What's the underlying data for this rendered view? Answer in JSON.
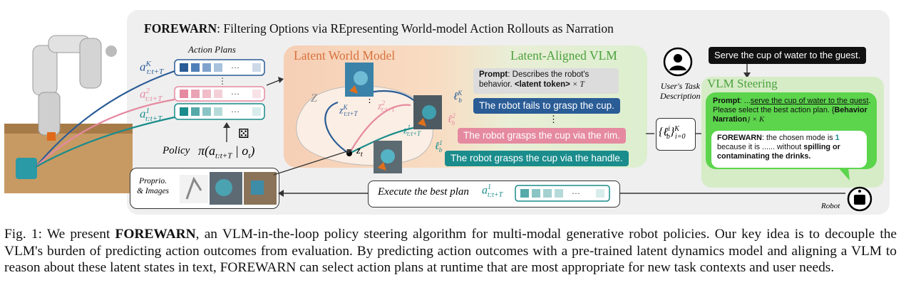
{
  "title": {
    "strong": "FOREWARN",
    "rest": ": Filtering Options via REpresenting World-model Action Rollouts as Narration"
  },
  "action_plans": {
    "heading": "Action Plans",
    "labels": [
      "a",
      "a",
      "a"
    ],
    "sup": [
      "K",
      "2",
      "1"
    ],
    "sub": [
      "t:t+T",
      "t:t+T",
      "t:t+T"
    ],
    "dots": "⋮",
    "ellipsis": "···",
    "colors": [
      "#2a5c96",
      "#e58aa0",
      "#1a8c8c"
    ]
  },
  "policy": {
    "label": "Policy",
    "formula": "π(a",
    "formula_sub": "t:t+T",
    "formula_rest": " | o",
    "formula_sub2": "t",
    "formula_end": ")"
  },
  "proprio": {
    "line1": "Proprio.",
    "line2": "& Images"
  },
  "latent_world_model": {
    "title": "Latent World Model",
    "space": "Z",
    "zt": "z",
    "zt_sub": "t",
    "zK": "z",
    "zK_sup": "K",
    "zK_sub": "t:t+T",
    "z2": "z",
    "z2_sup": "2",
    "z2_sub": "t:t+T",
    "z1": "z",
    "z1_sup": "1",
    "z1_sub": "t:t+T",
    "dots": "⋮"
  },
  "latent_vlm": {
    "title": "Latent-Aligned VLM",
    "prompt_bold": "Prompt",
    "prompt_text": ": Describes the robot's behavior.",
    "prompt_token": "<latent token>",
    "prompt_times": " × T",
    "narrations": [
      {
        "label": "ℓ",
        "sup": "K",
        "sub": "b",
        "text": "The robot fails to grasp the cup.",
        "color": "#2a5c96"
      },
      {
        "label": "ℓ",
        "sup": "2",
        "sub": "b",
        "text": "The robot grasps the cup via the rim.",
        "color": "#e58aa0"
      },
      {
        "label": "ℓ",
        "sup": "1",
        "sub": "b",
        "text": "The robot grasps the cup via the handle.",
        "color": "#1a8c8c"
      }
    ],
    "dots": "⋮"
  },
  "set_label": {
    "open": "{ℓ",
    "sup": "i",
    "sub": "b",
    "close": "}",
    "range_sup": "K",
    "range_sub": "i=0"
  },
  "user": {
    "speech": "Serve the cup of water to the guest.",
    "caption_l1": "User's Task",
    "caption_l2": "Description"
  },
  "vlm_steering": {
    "title": "VLM Steering",
    "prompt_bold": "Prompt",
    "prompt_pre": ": ...",
    "prompt_underline": "serve the cup of water to the guest",
    "prompt_post": ". Please select the best action plan.",
    "prompt_braced_open": "{",
    "prompt_braced": "Behavior Narration",
    "prompt_braced_close": "} × K",
    "answer_bold": "FOREWARN",
    "answer_pre": ": the chosen mode is ",
    "answer_num": "1",
    "answer_mid": " because it is ...... without ",
    "answer_bold2": "spilling or contaminating the drinks."
  },
  "robot_label": "Robot",
  "execute": {
    "label": "Execute the best plan",
    "a": "a",
    "sup": "1",
    "sub": "t:t+T",
    "ellipsis": "···"
  },
  "caption": {
    "fig": "Fig. 1: We present ",
    "strong": "FOREWARN",
    "rest": ", an VLM-in-the-loop policy steering algorithm for multi-modal generative robot policies. Our key idea is to decouple the VLM's burden of predicting action outcomes from evaluation. By predicting action outcomes with a pre-trained latent dynamics model and aligning a VLM to reason about these latent states in text, FOREWARN can select action plans at runtime that are most appropriate for new task contexts and user needs."
  },
  "colors": {
    "blue": "#2a5c96",
    "pink": "#e58aa0",
    "teal": "#1a8c8c",
    "steering_green": "#5cd44c",
    "panel_gray": "#efefef"
  }
}
